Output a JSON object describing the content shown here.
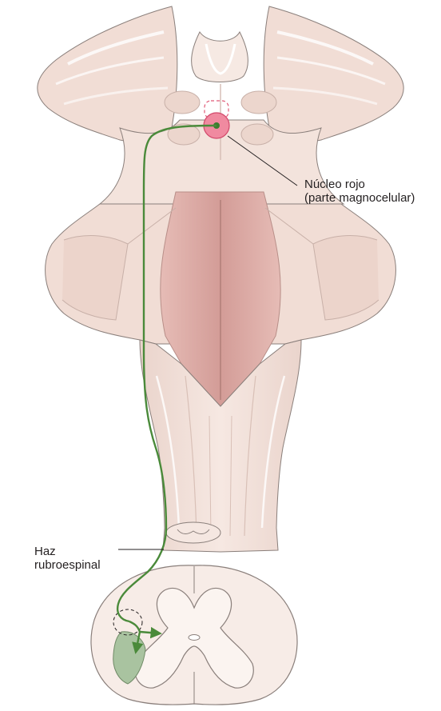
{
  "labels": {
    "red_nucleus": {
      "line1": "Núcleo rojo",
      "line2": "(parte magnocelular)"
    },
    "rubrospinal_tract": {
      "line1": "Haz",
      "line2": "rubroespinal"
    }
  },
  "colors": {
    "tissue": "#f3e3dc",
    "tissue_shade": "#e8cfc6",
    "ventricle": "#dba8a3",
    "outline": "#8a7f7b",
    "nucleus": "#e05a77",
    "pathway": "#4a8a3a",
    "target_area": "#a9c3a0"
  }
}
